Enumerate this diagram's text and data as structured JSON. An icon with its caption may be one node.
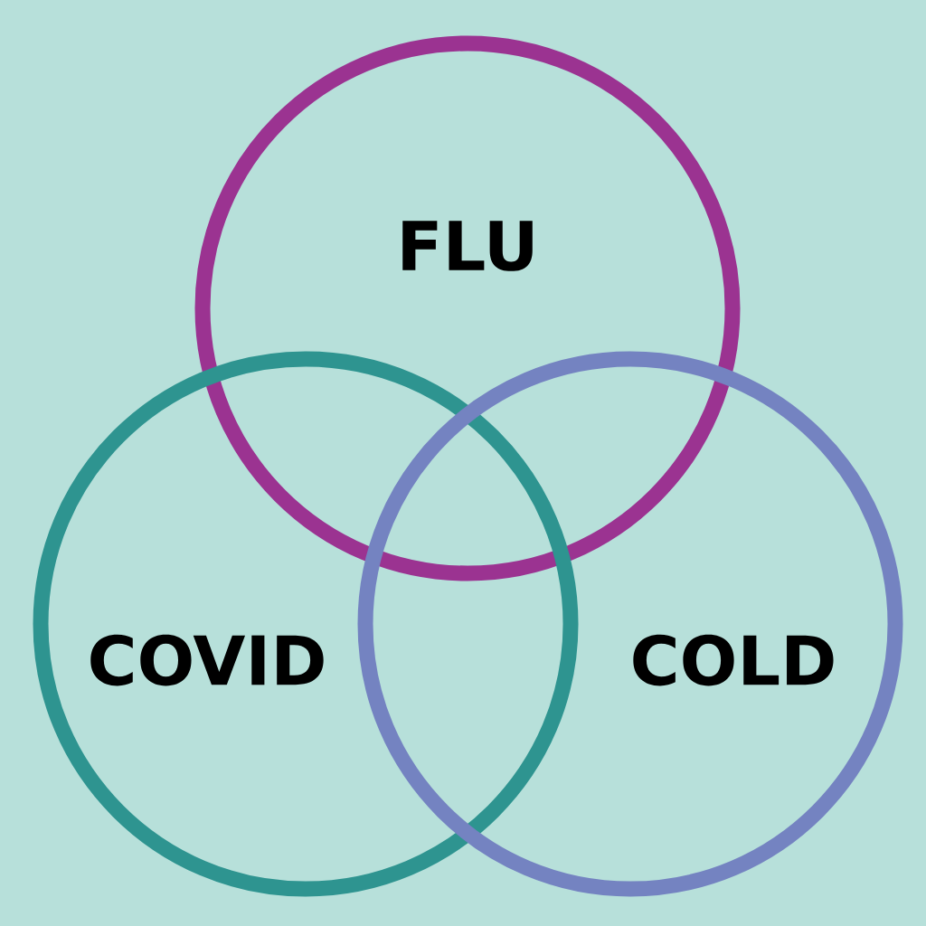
{
  "diagram": {
    "nodes": [
      {
        "text": [
          "FLU"
        ]
      },
      {
        "text": [
          "COVID"
        ]
      },
      {
        "text": [
          "COLD"
        ]
      }
    ]
  }
}
